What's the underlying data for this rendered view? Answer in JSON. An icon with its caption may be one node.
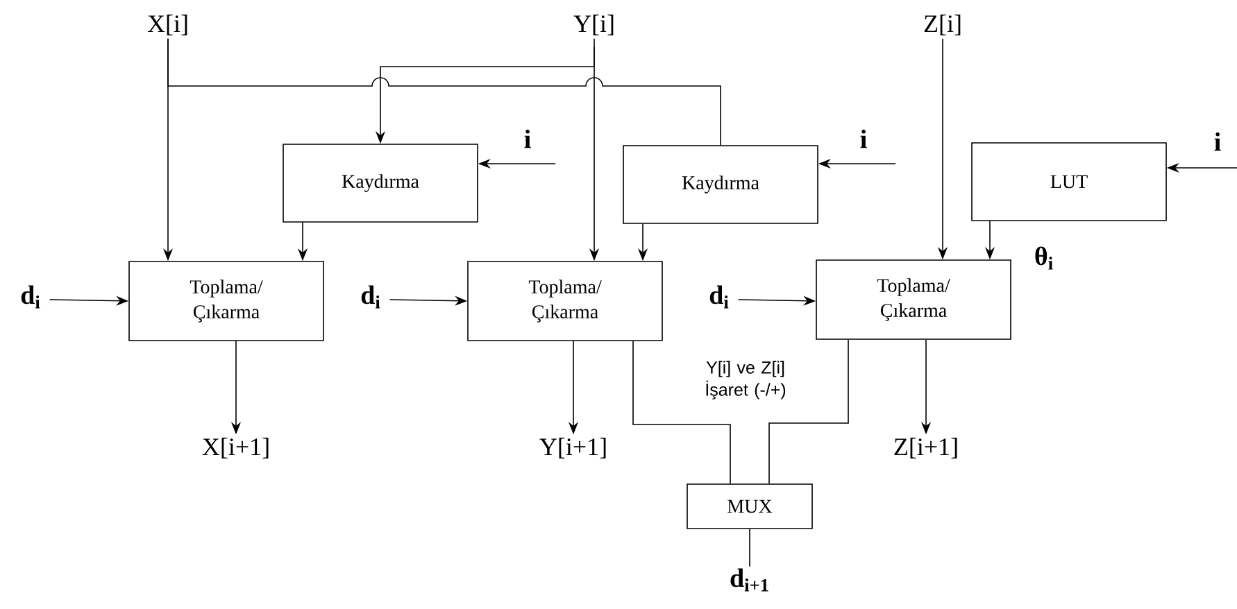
{
  "diagram": {
    "nodes": [
      {
        "text": [
          "X[i]"
        ]
      },
      {
        "text": [
          "Y[i]"
        ]
      },
      {
        "text": [
          "Z[i]"
        ]
      },
      {
        "text": [
          "Kaydırma"
        ]
      },
      {
        "text": [
          "i"
        ]
      },
      {
        "text": [
          "Kaydırma"
        ]
      },
      {
        "text": [
          "i"
        ]
      },
      {
        "text": [
          "LUT"
        ]
      },
      {
        "text": [
          "i"
        ]
      },
      {
        "text": [
          "d$_{i}$"
        ]
      },
      {
        "text": [
          "Toplama/ Çıkarma"
        ]
      },
      {
        "text": [
          "d$_{i}$"
        ]
      },
      {
        "text": [
          "Toplama/ Çıkarma"
        ]
      },
      {
        "text": [
          "d$_{i}$"
        ]
      },
      {
        "text": [
          "Toplama/ Çıkarma"
        ]
      },
      {
        "text": [
          "X[i+1]"
        ]
      },
      {
        "text": [
          "Y[i+1]"
        ]
      },
      {
        "text": [
          "Z[i+1]"
        ]
      },
      {
        "text": [
          "MUX"
        ]
      },
      {
        "text": [
          "d$_{i+1}$"
        ]
      }
    ],
    "edges": [
      {
        "from": 0,
        "to": 10,
        "arrow": "to"
      },
      {
        "from": 0,
        "to": 5,
        "arrow": "none"
      },
      {
        "from": 1,
        "to": 12,
        "arrow": "to"
      },
      {
        "from": 1,
        "to": 3,
        "arrow": "to"
      },
      {
        "from": 4,
        "to": 3,
        "arrow": "to"
      },
      {
        "from": 6,
        "to": 5,
        "arrow": "to"
      },
      {
        "from": 8,
        "to": 7,
        "arrow": "to"
      },
      {
        "from": 3,
        "to": 10,
        "arrow": "to"
      },
      {
        "from": 5,
        "to": 12,
        "arrow": "to"
      },
      {
        "from": 2,
        "to": 14,
        "arrow": "to"
      },
      {
        "from": 7,
        "to": 14,
        "arrow": "to",
        "label": "θ$_{i}$"
      },
      {
        "from": 9,
        "to": 10,
        "arrow": "to"
      },
      {
        "from": 11,
        "to": 12,
        "arrow": "to"
      },
      {
        "from": 13,
        "to": 14,
        "arrow": "to"
      },
      {
        "from": 10,
        "to": 15,
        "arrow": "to"
      },
      {
        "from": 12,
        "to": 16,
        "arrow": "to"
      },
      {
        "from": 14,
        "to": 17,
        "arrow": "to"
      },
      {
        "from": 12,
        "to": 18,
        "arrow": "none"
      },
      {
        "from": 14,
        "to": 18,
        "arrow": "none"
      },
      {
        "from": 18,
        "to": 19,
        "arrow": "none"
      }
    ],
    "labels": [
      "Y[i] ve Z[i] İşaret (-/+)"
    ]
  }
}
